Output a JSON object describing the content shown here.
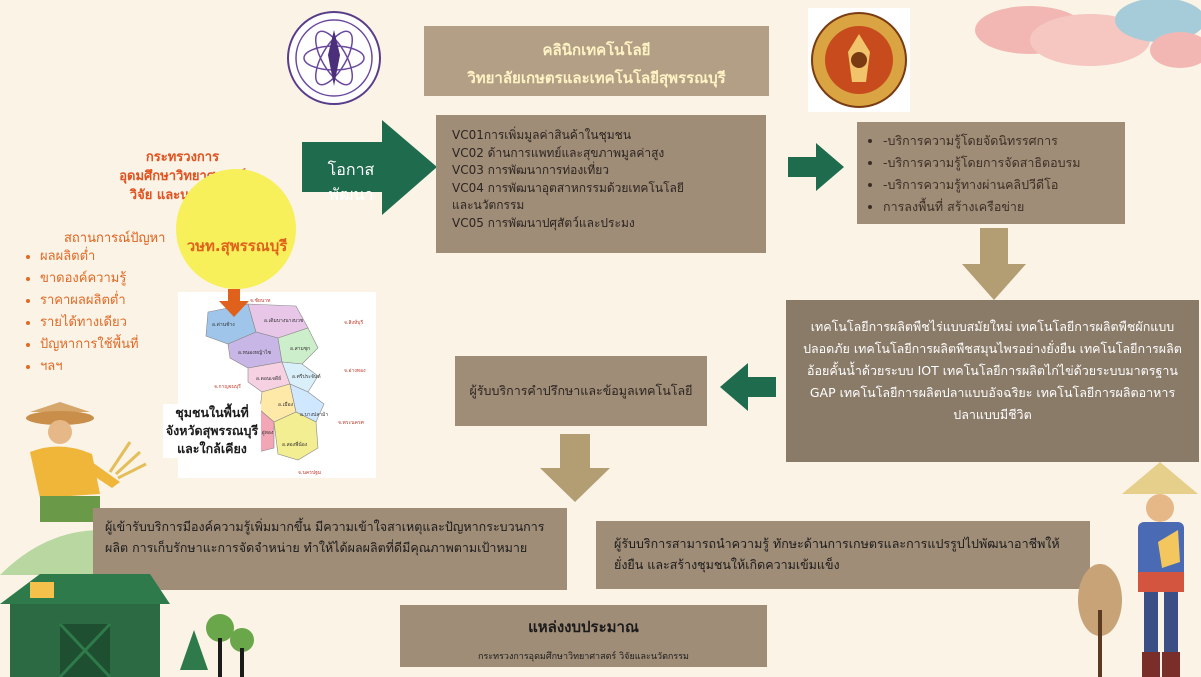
{
  "header": {
    "line1": "คลินิกเทคโนโลยี",
    "line2": "วิทยาลัยเกษตรและเทคโนโลยีสุพรรณบุรี"
  },
  "ministry": {
    "line1": "กระทรวงการ",
    "line2": "อุดมศึกษาวิทยาศาสตร์",
    "line3": "วิจัย และนวัตกรรม"
  },
  "college_label": "วษท.สุพรรณบุรี",
  "problems": {
    "title": "สถานการณ์ปัญหา",
    "items": [
      "ผลผลิตต่ำ",
      "ขาดองค์ความรู้",
      "ราคาผลผลิตต่ำ",
      "รายได้ทางเดียว",
      "ปัญหาการใช้พื้นที่",
      "ฯลฯ"
    ]
  },
  "opportunity_label": "โอกาสพัฒนา",
  "vc_list": [
    "VC01การเพิ่มมูลค่าสินค้าในชุมชน",
    "VC02 ด้านการแพทย์และสุขภาพมูลค่าสูง",
    "VC03 การพัฒนาการท่องเที่ยว",
    "VC04 การพัฒนาอุตสาหกรรมด้วยเทคโนโลยี",
    "และนวัตกรรม",
    "VC05 การพัฒนาปศุสัตว์และประมง"
  ],
  "services": [
    "-บริการความรู้โดยจัดนิทรรศการ",
    "-บริการความรู้โดยการจัดสาธิตอบรม",
    "-บริการความรู้ทางผ่านคลิปวีดีโอ",
    "การลงพื้นที่  สร้างเครือข่าย"
  ],
  "technologies": "เทคโนโลยีการผลิตพืชไร่แบบสมัยใหม่ เทคโนโลยีการผลิตพืชผักแบบปลอดภัย  เทคโนโลยีการผลิตพืชสมุนไพรอย่างยั่งยืน  เทคโนโลยีการผลิตอ้อยคั้นน้ำด้วยระบบ IOT  เทคโนโลยีการผลิตไก่ไข่ด้วยระบบมาตรฐาน GAP เทคโนโลยีการผลิตปลาแบบอัจฉริยะ  เทคโนโลยีการผลิตอาหารปลาแบบมีชีวิต",
  "recipients": "ผู้รับบริการคำปรึกษาและข้อมูลเทคโนโลยี",
  "community": {
    "line1": "ชุมชนในพื้นที่",
    "line2": "จังหวัดสุพรรณบุรี",
    "line3": "และใกล้เคียง"
  },
  "map_labels": {
    "top": "จ.ชัยนาท",
    "singburi": "จ.สิงห์บุรี",
    "angthong": "จ.อ่างทอง",
    "kanchanaburi": "จ.กาญจนบุรี",
    "ayutthaya": "จ.พระนครศ",
    "nakhonpathom": "จ.นครปฐม",
    "district_1": "อ.ด่านช้าง",
    "district_2": "อ.เดิมบางนางบวช",
    "district_3": "อ.หนองหญ้าไซ",
    "district_4": "อ.สามชุก",
    "district_5": "อ.ดอนเจดีย์",
    "district_6": "อ.ศรีประจันต์",
    "district_7": "อ.อู่ทอง",
    "district_8": "อ.เมือง",
    "district_9": "อ.บางปลาม้า",
    "district_10": "อ.สองพี่น้อง"
  },
  "outcome_knowledge": "ผู้เข้ารับบริการมีองค์ความรู้เพิ่มมากขึ้น  มีความเข้าใจสาเหตุและปัญหากระบวนการผลิต  การเก็บรักษาแะการจัดจำหน่าย  ทำให้ได้ผลผลิตที่ดีมีคุณภาพตามเป้าหมาย",
  "outcome_apply": "ผู้รับบริการสามารถนำความรู้  ทักษะด้านการเกษตรและการแปรรูปไปพัฒนาอาชีพให้ยั่งยืน  และสร้างชุมชนให้เกิดความเข้มแข็ง",
  "funding": {
    "title": "แหล่งงบประมาณ",
    "source": "กระทรวงการอุดมศึกษาวิทยาศาสตร์ วิจัยและนวัตกรรม"
  },
  "colors": {
    "background": "#faf3e6",
    "green_arrow": "#1f6b4e",
    "tan_arrow": "#b29e72",
    "dark_box": "#8a7a68",
    "title_text": "#fff3c4",
    "orange": "#e0611c",
    "yellow_circle": "#f7f05a"
  },
  "icons": [
    "ministry-seal-icon",
    "college-seal-icon",
    "farmer-left-icon",
    "farmer-right-icon",
    "barn-icon",
    "tree-icon",
    "cloud-icon"
  ]
}
